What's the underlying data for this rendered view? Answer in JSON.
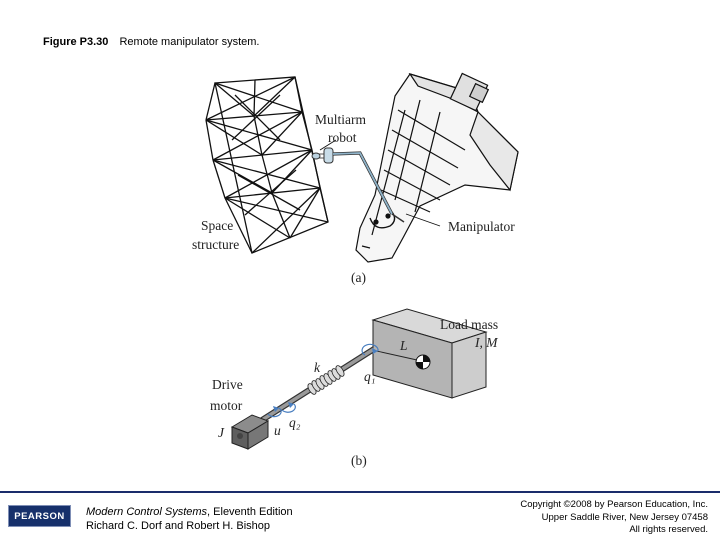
{
  "caption": {
    "figure_number": "Figure P3.30",
    "title": "Remote manipulator system."
  },
  "diagram_a": {
    "labels": {
      "multiarm_line1": "Multiarm",
      "multiarm_line2": "robot",
      "space_line1": "Space",
      "space_line2": "structure",
      "manipulator": "Manipulator"
    },
    "panel_label": "(a)"
  },
  "diagram_b": {
    "labels": {
      "load_mass": "Load mass",
      "inertia_mass": "I, M",
      "length": "L",
      "spring": "k",
      "angle_load": "q₁",
      "drive_line1": "Drive",
      "drive_line2": "motor",
      "motor_inertia": "J",
      "input": "u",
      "angle_motor": "q₂"
    },
    "panel_label": "(b)"
  },
  "footer": {
    "logo_text": "PEARSON",
    "book_title": "Modern Control Systems",
    "edition": ", Eleventh Edition",
    "authors": "Richard C. Dorf and Robert H. Bishop",
    "copyright_line1": "Copyright ©2008 by Pearson Education, Inc.",
    "copyright_line2": "Upper Saddle River, New Jersey 07458",
    "copyright_line3": "All rights reserved."
  },
  "colors": {
    "footer_rule": "#1a2c6b",
    "logo_bg": "#16306b",
    "arm_color": "#8fb3c9"
  }
}
